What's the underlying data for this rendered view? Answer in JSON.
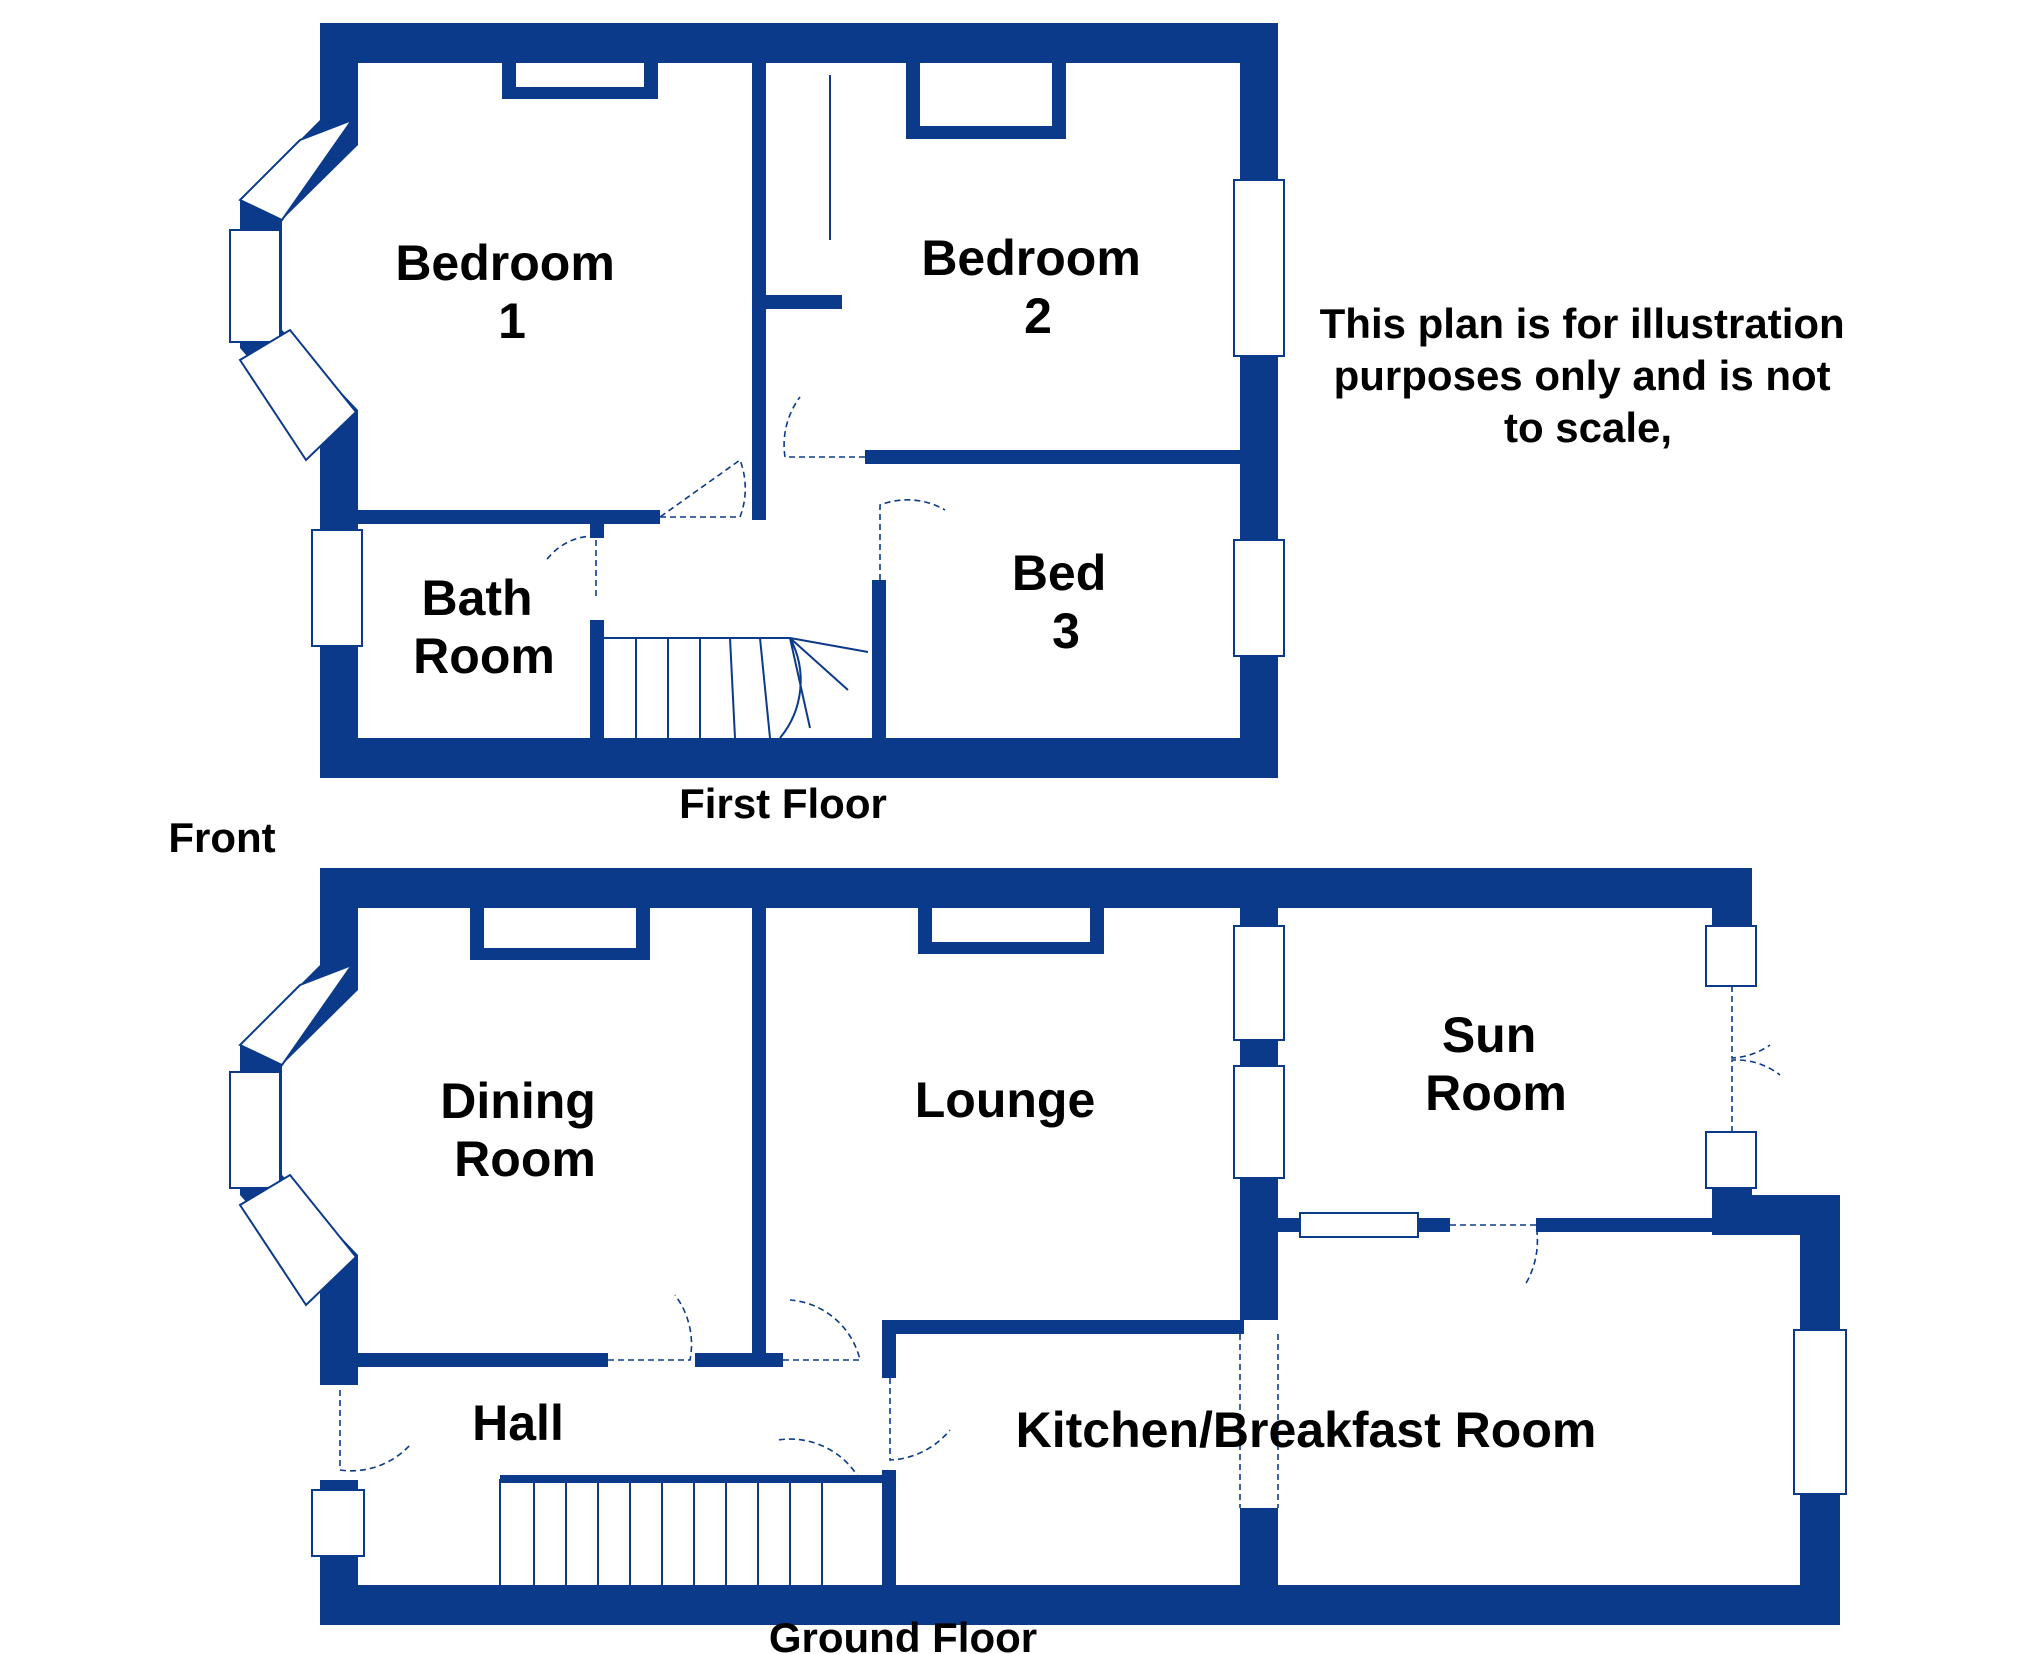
{
  "colors": {
    "wall": "#0b3a8a",
    "background": "#ffffff",
    "text": "#000000"
  },
  "first_floor": {
    "title": "First Floor",
    "rooms": {
      "bedroom1": [
        "Bedroom",
        "1"
      ],
      "bedroom2": [
        "Bedroom",
        "2"
      ],
      "bathroom": [
        "Bath",
        "Room"
      ],
      "bed3": [
        "Bed",
        "3"
      ]
    }
  },
  "ground_floor": {
    "title": "Ground Floor",
    "rooms": {
      "dining": [
        "Dining",
        "Room"
      ],
      "lounge": "Lounge",
      "sunroom": [
        "Sun",
        "Room"
      ],
      "hall": "Hall",
      "kitchen": "Kitchen/Breakfast Room"
    }
  },
  "front_label": "Front",
  "disclaimer": [
    "This plan is for illustration",
    "purposes only and is not",
    "to scale,"
  ]
}
